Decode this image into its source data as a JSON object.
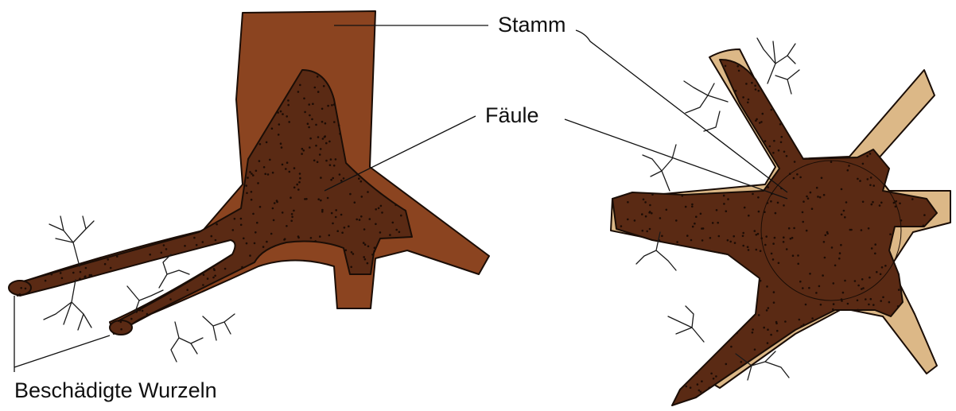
{
  "labels": {
    "trunk": "Stamm",
    "rot": "Fäule",
    "damaged_roots": "Beschädigte Wurzeln"
  },
  "colors": {
    "wood": "#8b4420",
    "rot": "#5a2a14",
    "sapwood": "#dcb887",
    "rot_dots": "#1c0c05",
    "outline": "#1a0d06"
  }
}
